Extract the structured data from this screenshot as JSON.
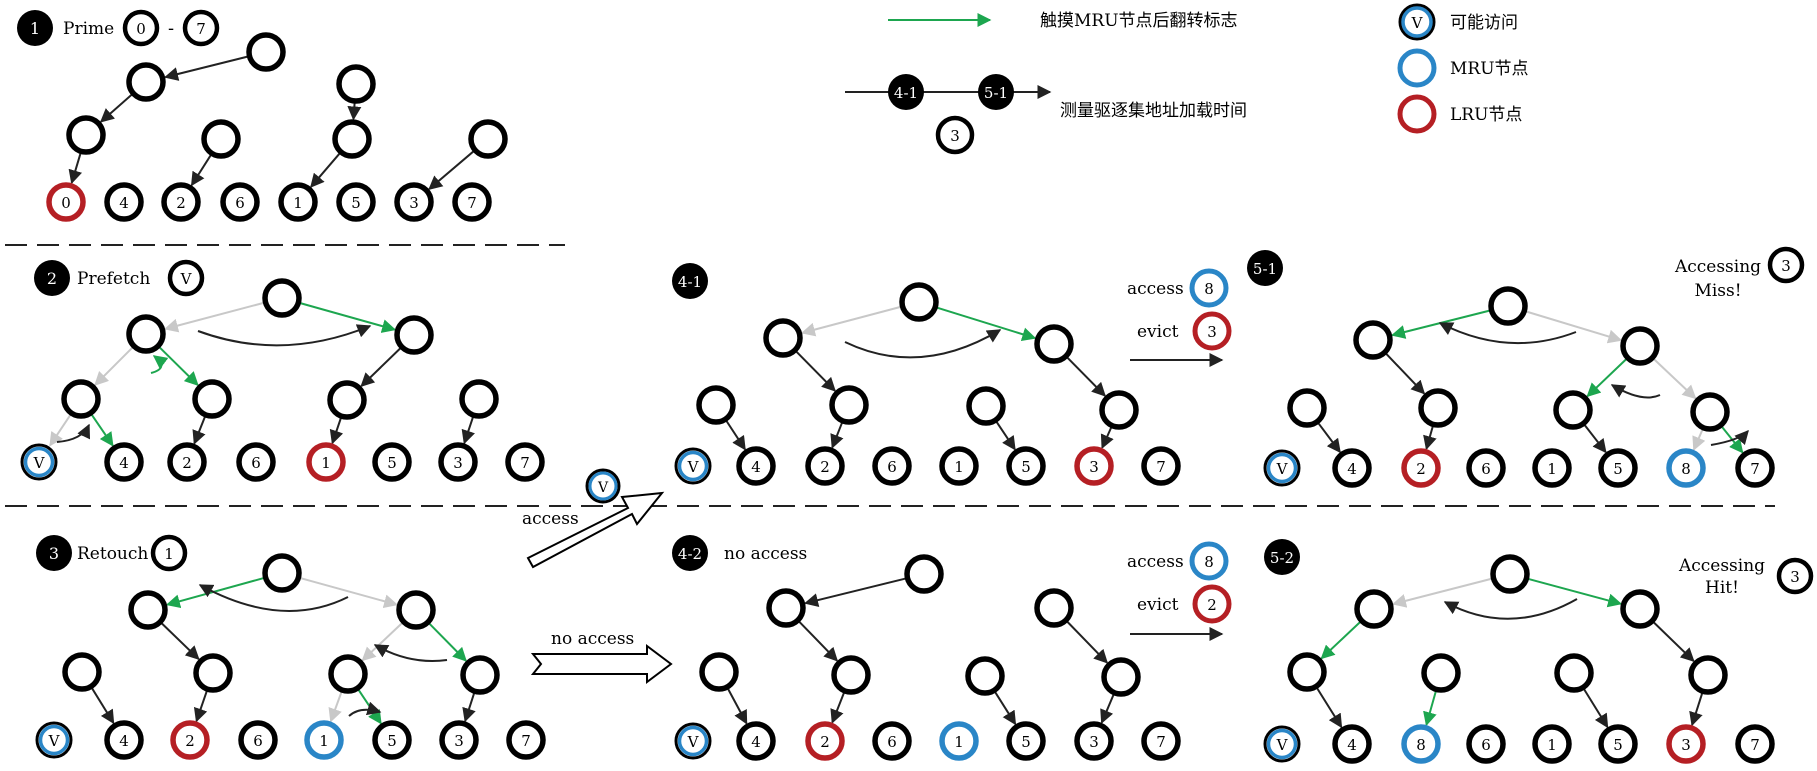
{
  "legend": {
    "green_arrow_text": "触摸MRU节点后翻转标志",
    "black_arrow_text": "测量驱逐集地址加载时间",
    "black_arrow_nodes": [
      "4-1",
      "5-1",
      "3"
    ],
    "v_symbol": "V",
    "v_text": "可能访问",
    "mru_text": "MRU节点",
    "lru_text": "LRU节点"
  },
  "colors": {
    "green": "#1da64f",
    "gray": "#c8c8c8",
    "mru_blue": "#2a86c7",
    "lru_red": "#b51f24",
    "black": "#000000"
  },
  "panels": {
    "p1": {
      "badge": "1",
      "title": "Prime",
      "range_from": "0",
      "range_dash": "-",
      "range_to": "7",
      "leaves": [
        "0",
        "4",
        "2",
        "6",
        "1",
        "5",
        "3",
        "7"
      ],
      "mru_index": null,
      "lru_index": 0
    },
    "p2": {
      "badge": "2",
      "title": "Prefetch",
      "title_node": "V",
      "leaves": [
        "V",
        "4",
        "2",
        "6",
        "1",
        "5",
        "3",
        "7"
      ],
      "mru_index": 0,
      "lru_index": 4
    },
    "p3": {
      "badge": "3",
      "title": "Retouch",
      "title_node": "1",
      "leaves": [
        "V",
        "4",
        "2",
        "6",
        "1",
        "5",
        "3",
        "7"
      ],
      "mru_index": 4,
      "lru_index": 2
    },
    "p41": {
      "badge": "4-1",
      "title": "",
      "leaves": [
        "V",
        "4",
        "2",
        "6",
        "1",
        "5",
        "3",
        "7"
      ],
      "mru_index": 0,
      "lru_index": 6
    },
    "p42": {
      "badge": "4-2",
      "title": "no access",
      "leaves": [
        "V",
        "4",
        "2",
        "6",
        "1",
        "5",
        "3",
        "7"
      ],
      "mru_index": 4,
      "lru_index": 2
    },
    "p51": {
      "badge": "5-1",
      "access_label": "access",
      "access_node": "8",
      "evict_label": "evict",
      "evict_node": "3",
      "status_line1": "Accessing",
      "status_line2": "Miss!",
      "status_node": "3",
      "leaves": [
        "V",
        "4",
        "2",
        "6",
        "1",
        "5",
        "8",
        "7"
      ],
      "mru_index": 6,
      "lru_index": 2
    },
    "p52": {
      "badge": "5-2",
      "access_label": "access",
      "access_node": "8",
      "evict_label": "evict",
      "evict_node": "2",
      "status_line1": "Accessing",
      "status_line2": "Hit!",
      "status_node": "3",
      "leaves": [
        "V",
        "4",
        "8",
        "6",
        "1",
        "5",
        "3",
        "7"
      ],
      "mru_index": 2,
      "lru_index": 6
    }
  },
  "transitions": {
    "access_label": "access",
    "access_node": "V",
    "no_access_label": "no access"
  }
}
